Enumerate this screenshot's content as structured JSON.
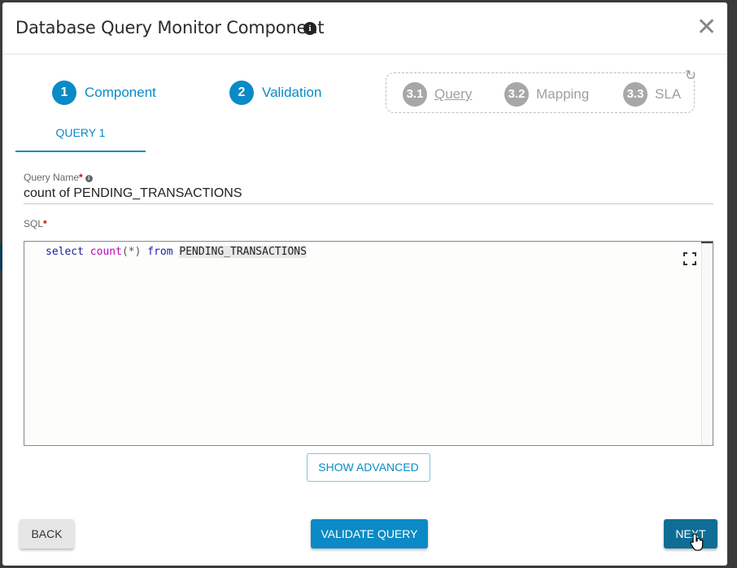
{
  "dialog": {
    "title": "Database Query Monitor Component",
    "info_icon": "info-icon",
    "close_icon": "close-icon"
  },
  "stepper": {
    "steps": [
      {
        "number": "1",
        "label": "Component"
      },
      {
        "number": "2",
        "label": "Validation"
      }
    ],
    "substeps": [
      {
        "number": "3.1",
        "label": "Query"
      },
      {
        "number": "3.2",
        "label": "Mapping"
      },
      {
        "number": "3.3",
        "label": "SLA"
      }
    ],
    "refresh_icon": "refresh-icon"
  },
  "tabs": [
    {
      "label": "QUERY 1"
    }
  ],
  "form": {
    "query_name_label": "Query Name",
    "query_name_value": "count of PENDING_TRANSACTIONS",
    "sql_label": "SQL",
    "required_marker": "*",
    "sql": {
      "kw_select": "select",
      "fn_count": "count",
      "paren_open": "(",
      "star": "*",
      "paren_close": ")",
      "kw_from": "from",
      "table": "PENDING_TRANSACTIONS"
    }
  },
  "buttons": {
    "show_advanced": "SHOW ADVANCED",
    "back": "BACK",
    "validate": "VALIDATE QUERY",
    "next": "NEXT"
  },
  "colors": {
    "accent": "#0a8ac6",
    "next_button": "#0e6e96",
    "inactive_step": "#a7a7a7",
    "required": "#dd0000"
  }
}
